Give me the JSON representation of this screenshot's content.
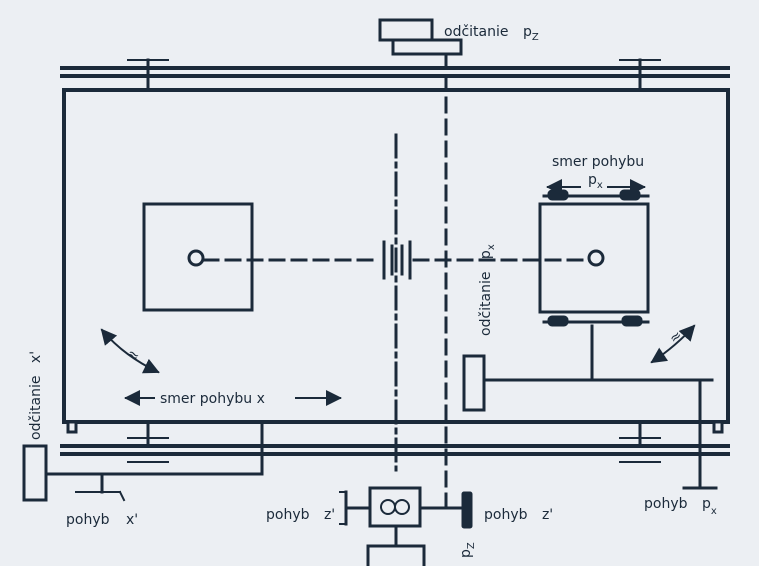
{
  "labels": {
    "readout_z": "odčitanie",
    "readout_z_sym": "p",
    "readout_z_sub": "Z",
    "direction_top": "smer pohybu",
    "direction_px_sym": "p",
    "direction_px_sub": "x",
    "readout_px": "odčitanie",
    "readout_px_sym": "p",
    "readout_px_sub": "x",
    "direction_x": "smer pohybu x",
    "readout_x": "odčitanie",
    "readout_x_sym": "x'",
    "motion_x": "pohyb",
    "motion_x_sym": "x'",
    "motion_z_left": "pohyb",
    "motion_z_left_sym": "z'",
    "motion_z_right": "pohyb",
    "motion_z_right_sym": "z'",
    "pz_sym": "p",
    "pz_sub": "Z",
    "motion_px": "pohyb",
    "motion_px_sym": "p",
    "motion_px_sub": "x",
    "rot_left": "≈",
    "rot_right": "≈"
  },
  "colors": {
    "ink": "#1b2a3a",
    "paper": "#eceff3"
  }
}
